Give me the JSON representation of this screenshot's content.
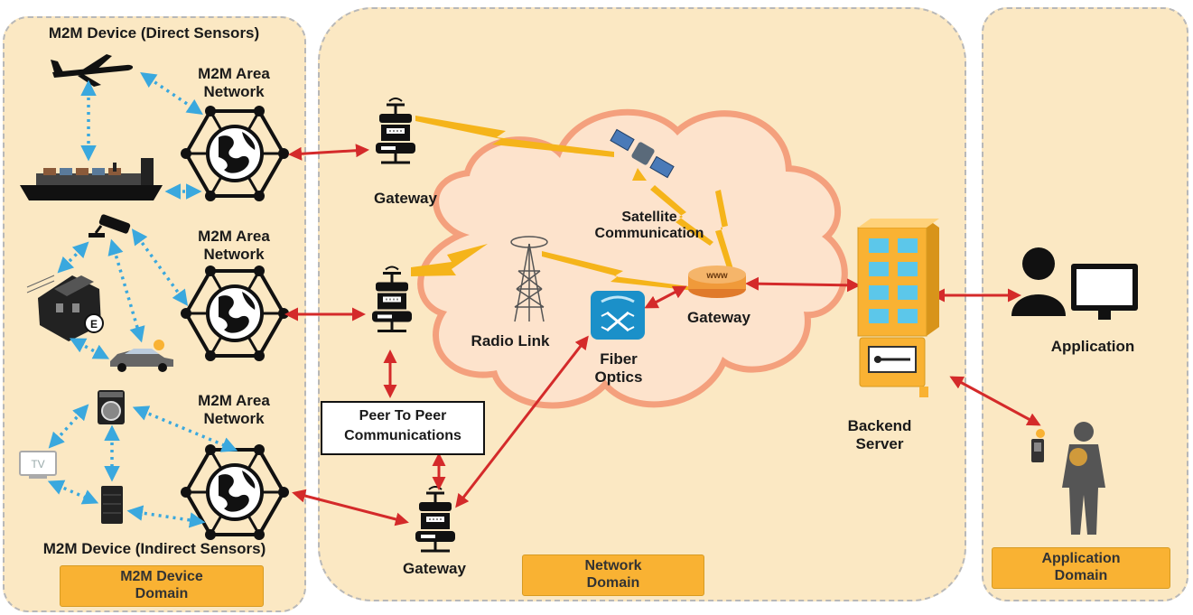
{
  "device_domain": {
    "title_top": "M2M Device (Direct Sensors)",
    "title_bottom": "M2M Device (Indirect Sensors)",
    "area_network_1": [
      "M2M Area",
      "Network"
    ],
    "area_network_2": [
      "M2M Area",
      "Network"
    ],
    "area_network_3": [
      "M2M Area",
      "Network"
    ],
    "badge": [
      "M2M Device",
      "Domain"
    ],
    "tv_label": "TV"
  },
  "network_domain": {
    "gateway_top": "Gateway",
    "gateway_bottom": "Gateway",
    "gateway_cloud": "Gateway",
    "satellite": [
      "Satellite",
      "Communication"
    ],
    "radio_link": "Radio Link",
    "fiber": [
      "Fiber",
      "Optics"
    ],
    "peer": [
      "Peer To Peer",
      "Communications"
    ],
    "router_label": "www",
    "backend": [
      "Backend",
      "Server"
    ],
    "badge": [
      "Network",
      "Domain"
    ]
  },
  "application_domain": {
    "application": "Application",
    "badge": [
      "Application",
      "Domain"
    ]
  },
  "colors": {
    "panel_fill": "#fbe8c3",
    "badge_fill": "#f9b233",
    "arrow_red": "#d42a2a",
    "dotted_blue": "#3aa8de",
    "lightning": "#f5b41a",
    "cloud_fill": "#fde1c8",
    "cloud_edge": "#f4a07d"
  }
}
